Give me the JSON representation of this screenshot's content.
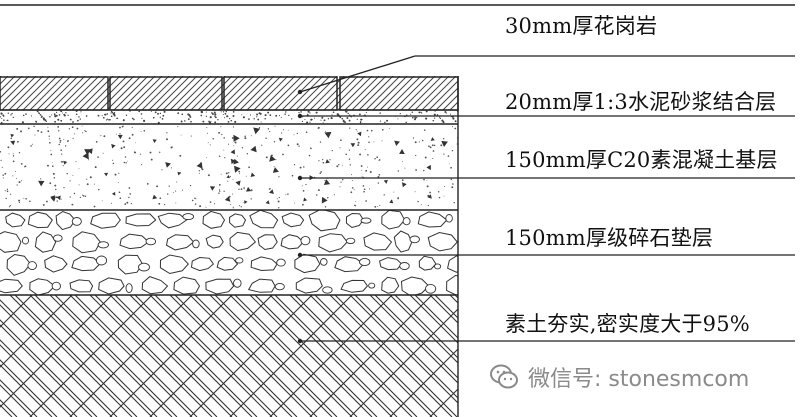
{
  "layers": [
    {
      "label": "30mm厚花岗岩"
    },
    {
      "label": "20mm厚1:3水泥砂浆结合层"
    },
    {
      "label": "150mm厚C20素混凝土基层"
    },
    {
      "label": "150mm厚级碎石垫层"
    },
    {
      "label": "素土夯实,密实度大于95%"
    }
  ],
  "watermark": {
    "text": "微信号: stonesmcom",
    "icon": "wechat-icon",
    "color": "#8a8a8a"
  },
  "colors": {
    "line": "#222222",
    "aggregate_fill": "#ffffff",
    "speckle": "#333333"
  }
}
